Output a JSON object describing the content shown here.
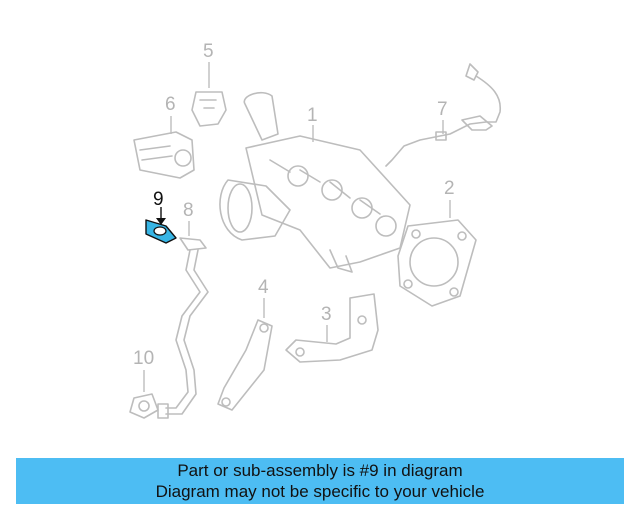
{
  "diagram": {
    "callouts": [
      "1",
      "2",
      "3",
      "4",
      "5",
      "6",
      "7",
      "8",
      "9",
      "10"
    ],
    "highlight_part": "9",
    "colors": {
      "highlight_fill": "#37b5e5",
      "part_stroke": "#bdbdbd",
      "highlight_stroke": "#111111"
    }
  },
  "banner": {
    "line1": "Part or sub-assembly is #9 in diagram",
    "line2": "Diagram may not be specific to your vehicle",
    "background": "#4dbdf3"
  }
}
